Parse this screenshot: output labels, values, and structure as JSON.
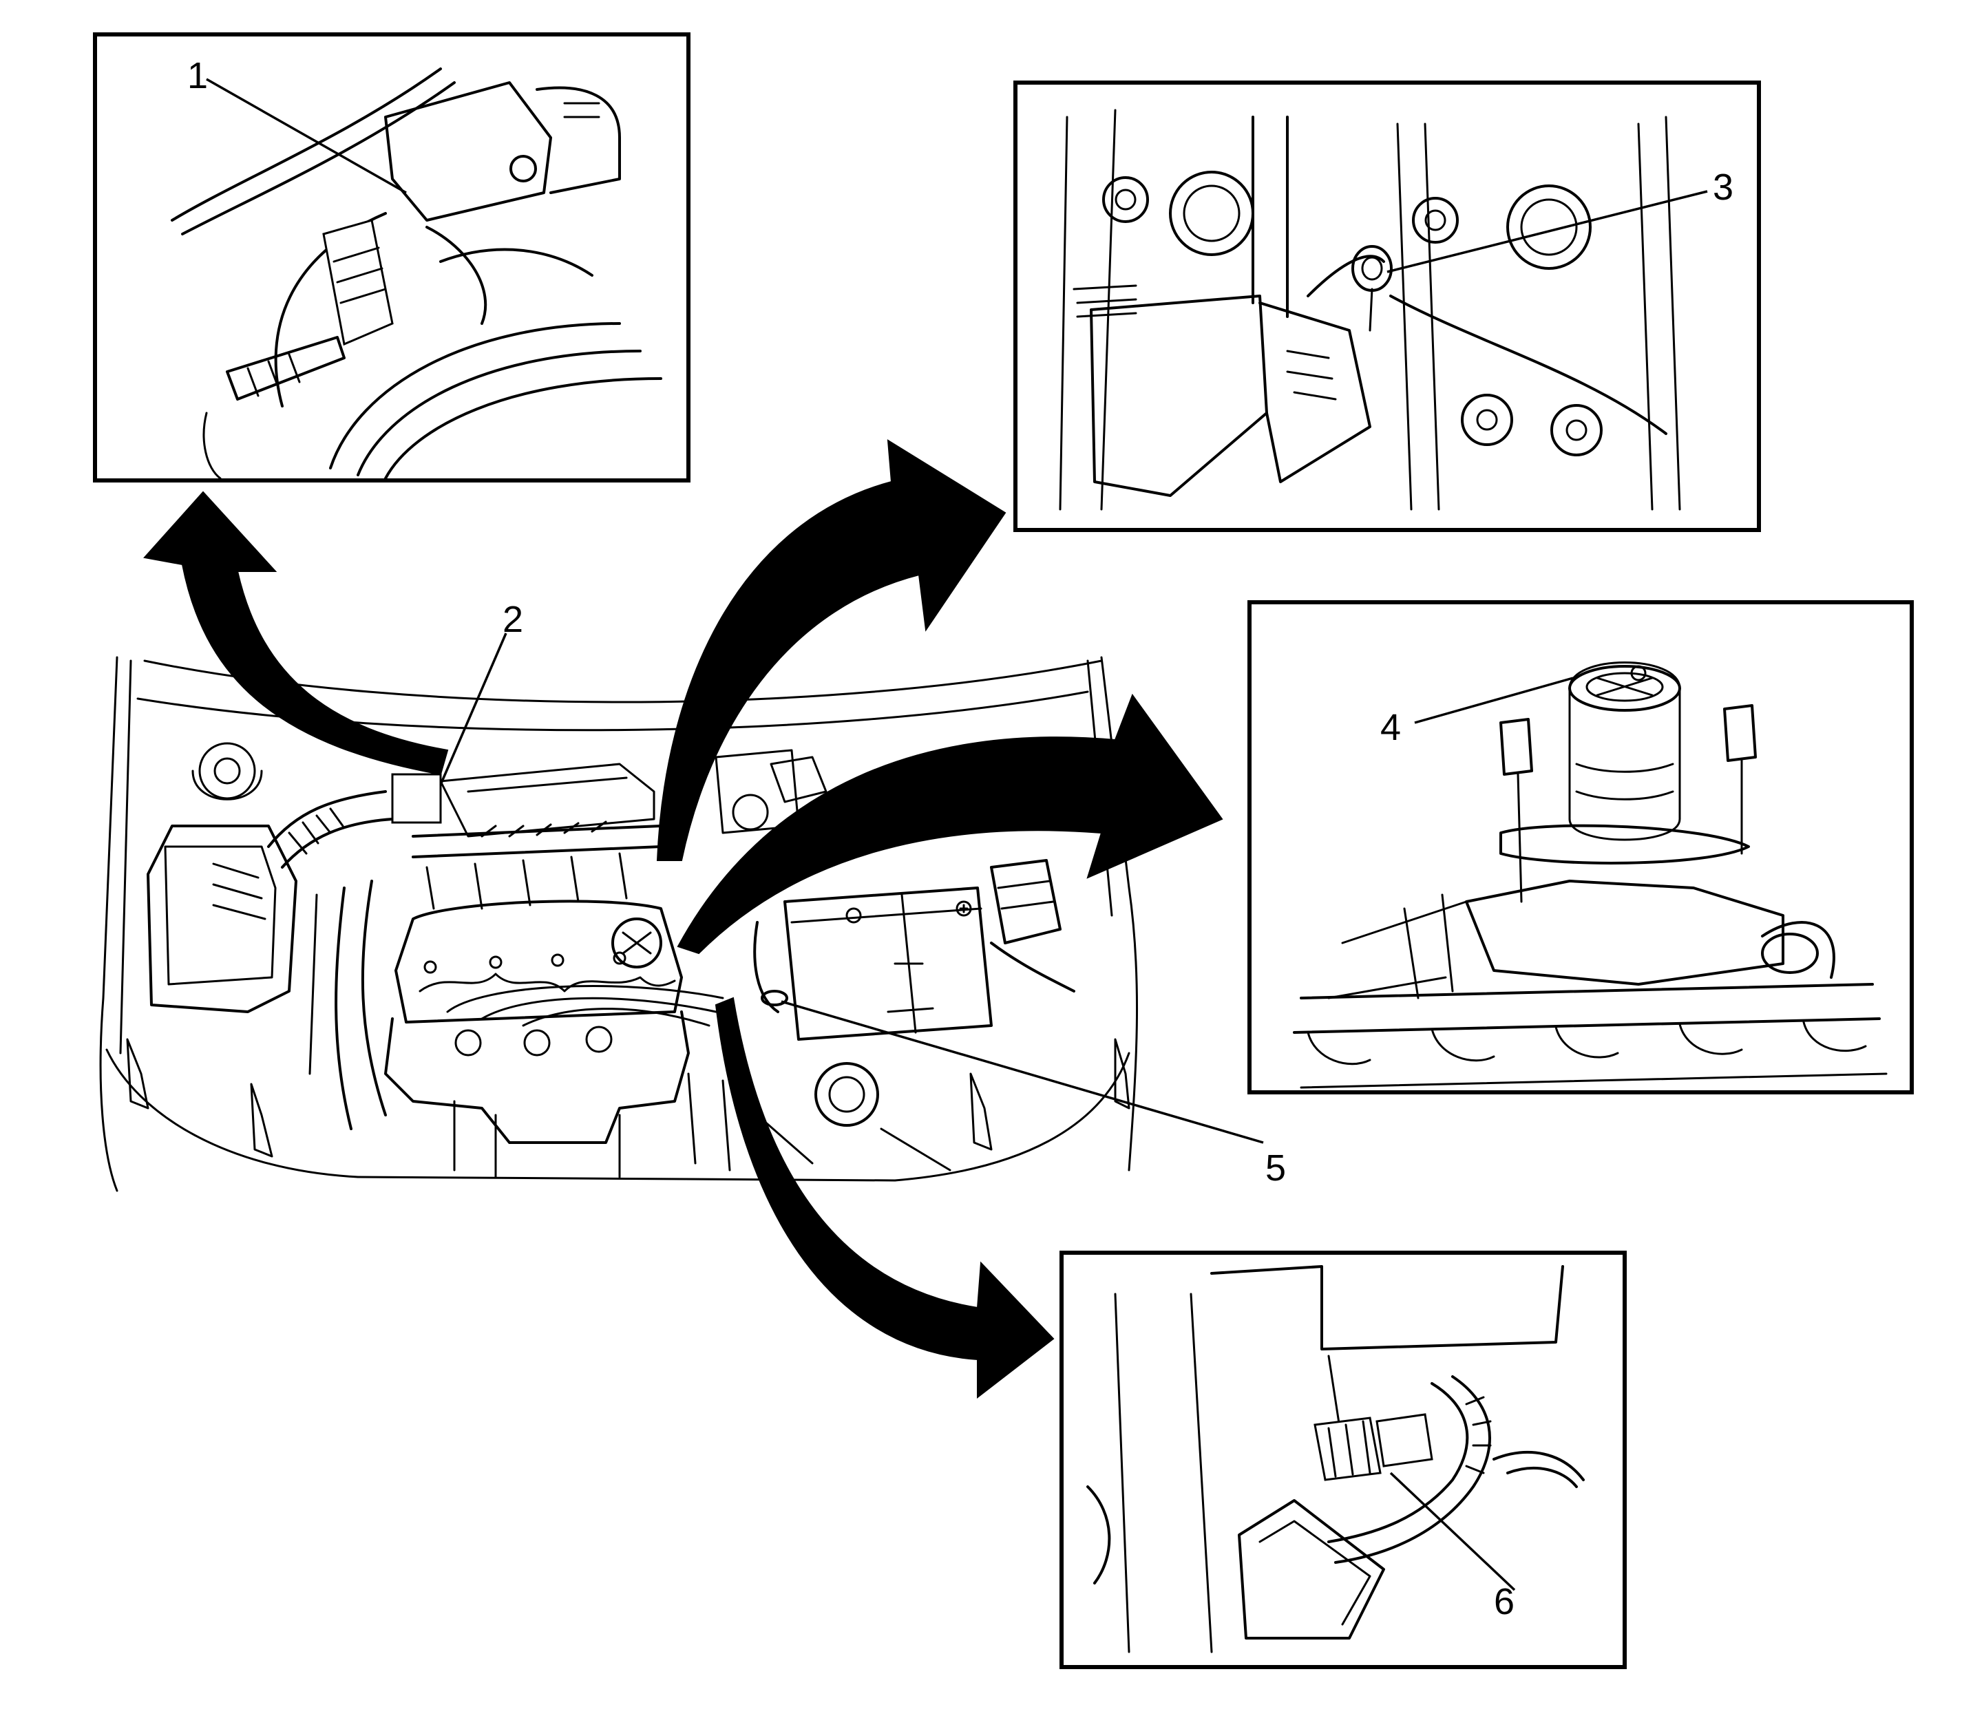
{
  "figure": {
    "callouts": [
      {
        "id": "1",
        "label": "1"
      },
      {
        "id": "2",
        "label": "2"
      },
      {
        "id": "3",
        "label": "3"
      },
      {
        "id": "4",
        "label": "4"
      },
      {
        "id": "5",
        "label": "5"
      },
      {
        "id": "6",
        "label": "6"
      }
    ],
    "detail_views": [
      "detail-1",
      "detail-3",
      "detail-4",
      "detail-6"
    ]
  }
}
